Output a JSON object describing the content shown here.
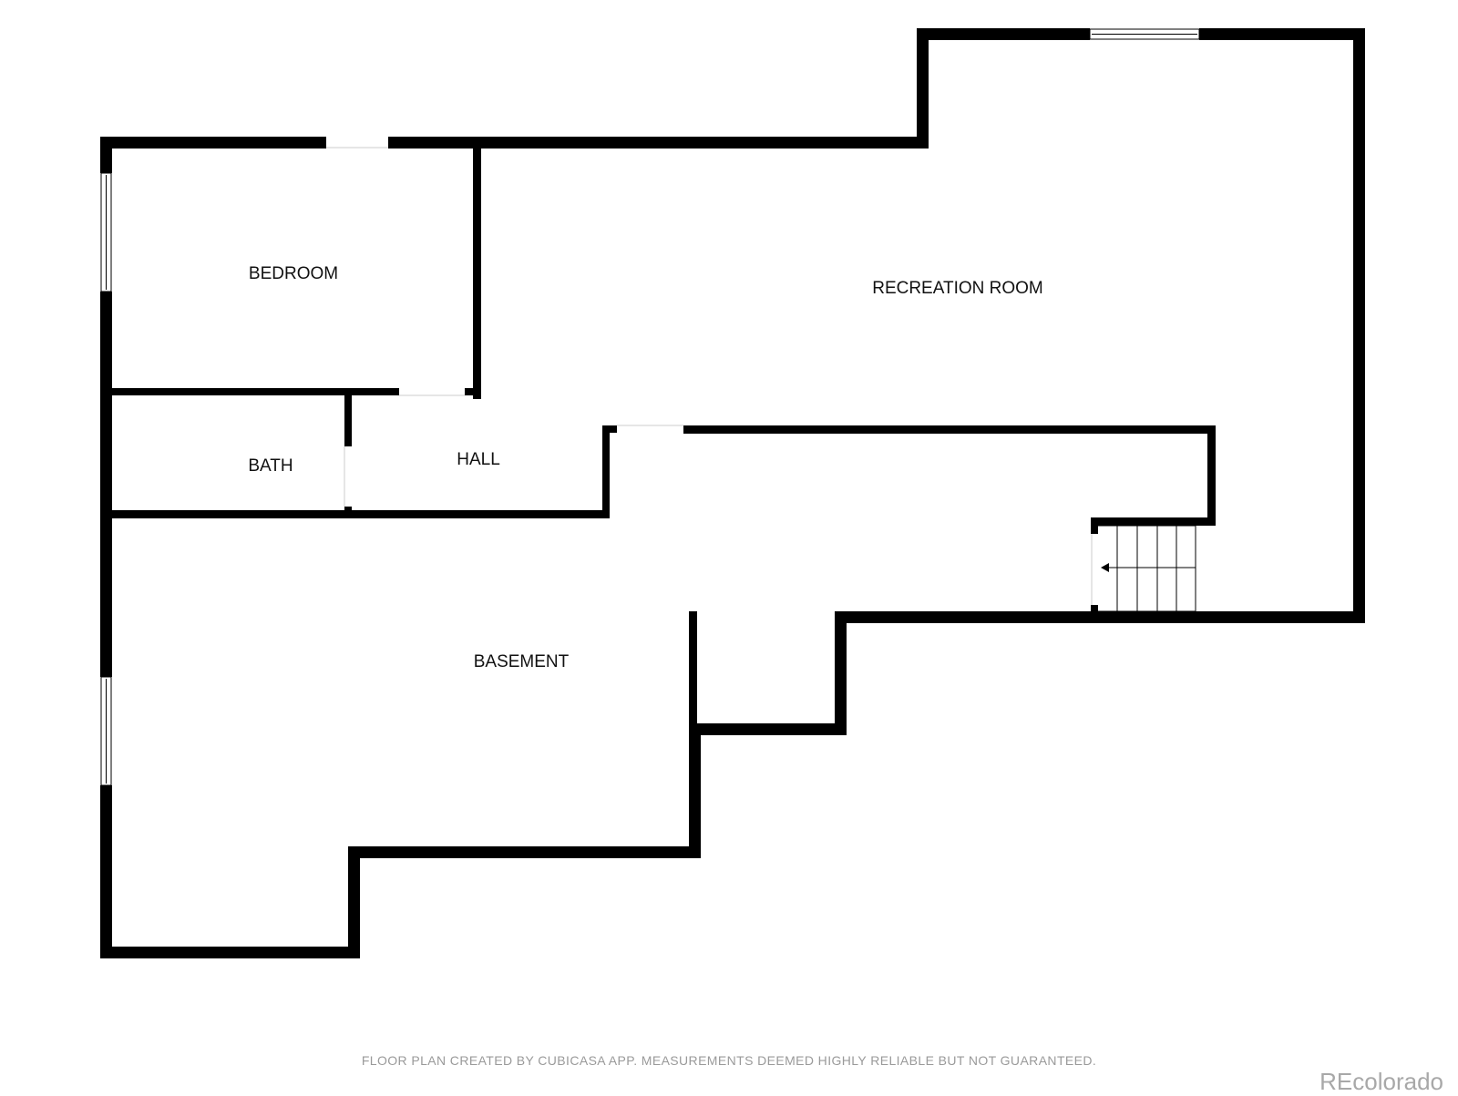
{
  "rooms": {
    "bedroom": "BEDROOM",
    "recreation_room": "RECREATION ROOM",
    "bath": "BATH",
    "hall": "HALL",
    "basement": "BASEMENT"
  },
  "footer": {
    "note": "FLOOR PLAN CREATED BY CUBICASA APP. MEASUREMENTS DEEMED HIGHLY RELIABLE BUT NOT GUARANTEED.",
    "brand": "REcolorado"
  },
  "colors": {
    "wall": "#000000",
    "background": "#ffffff",
    "footer_text": "#9a9a9a"
  }
}
